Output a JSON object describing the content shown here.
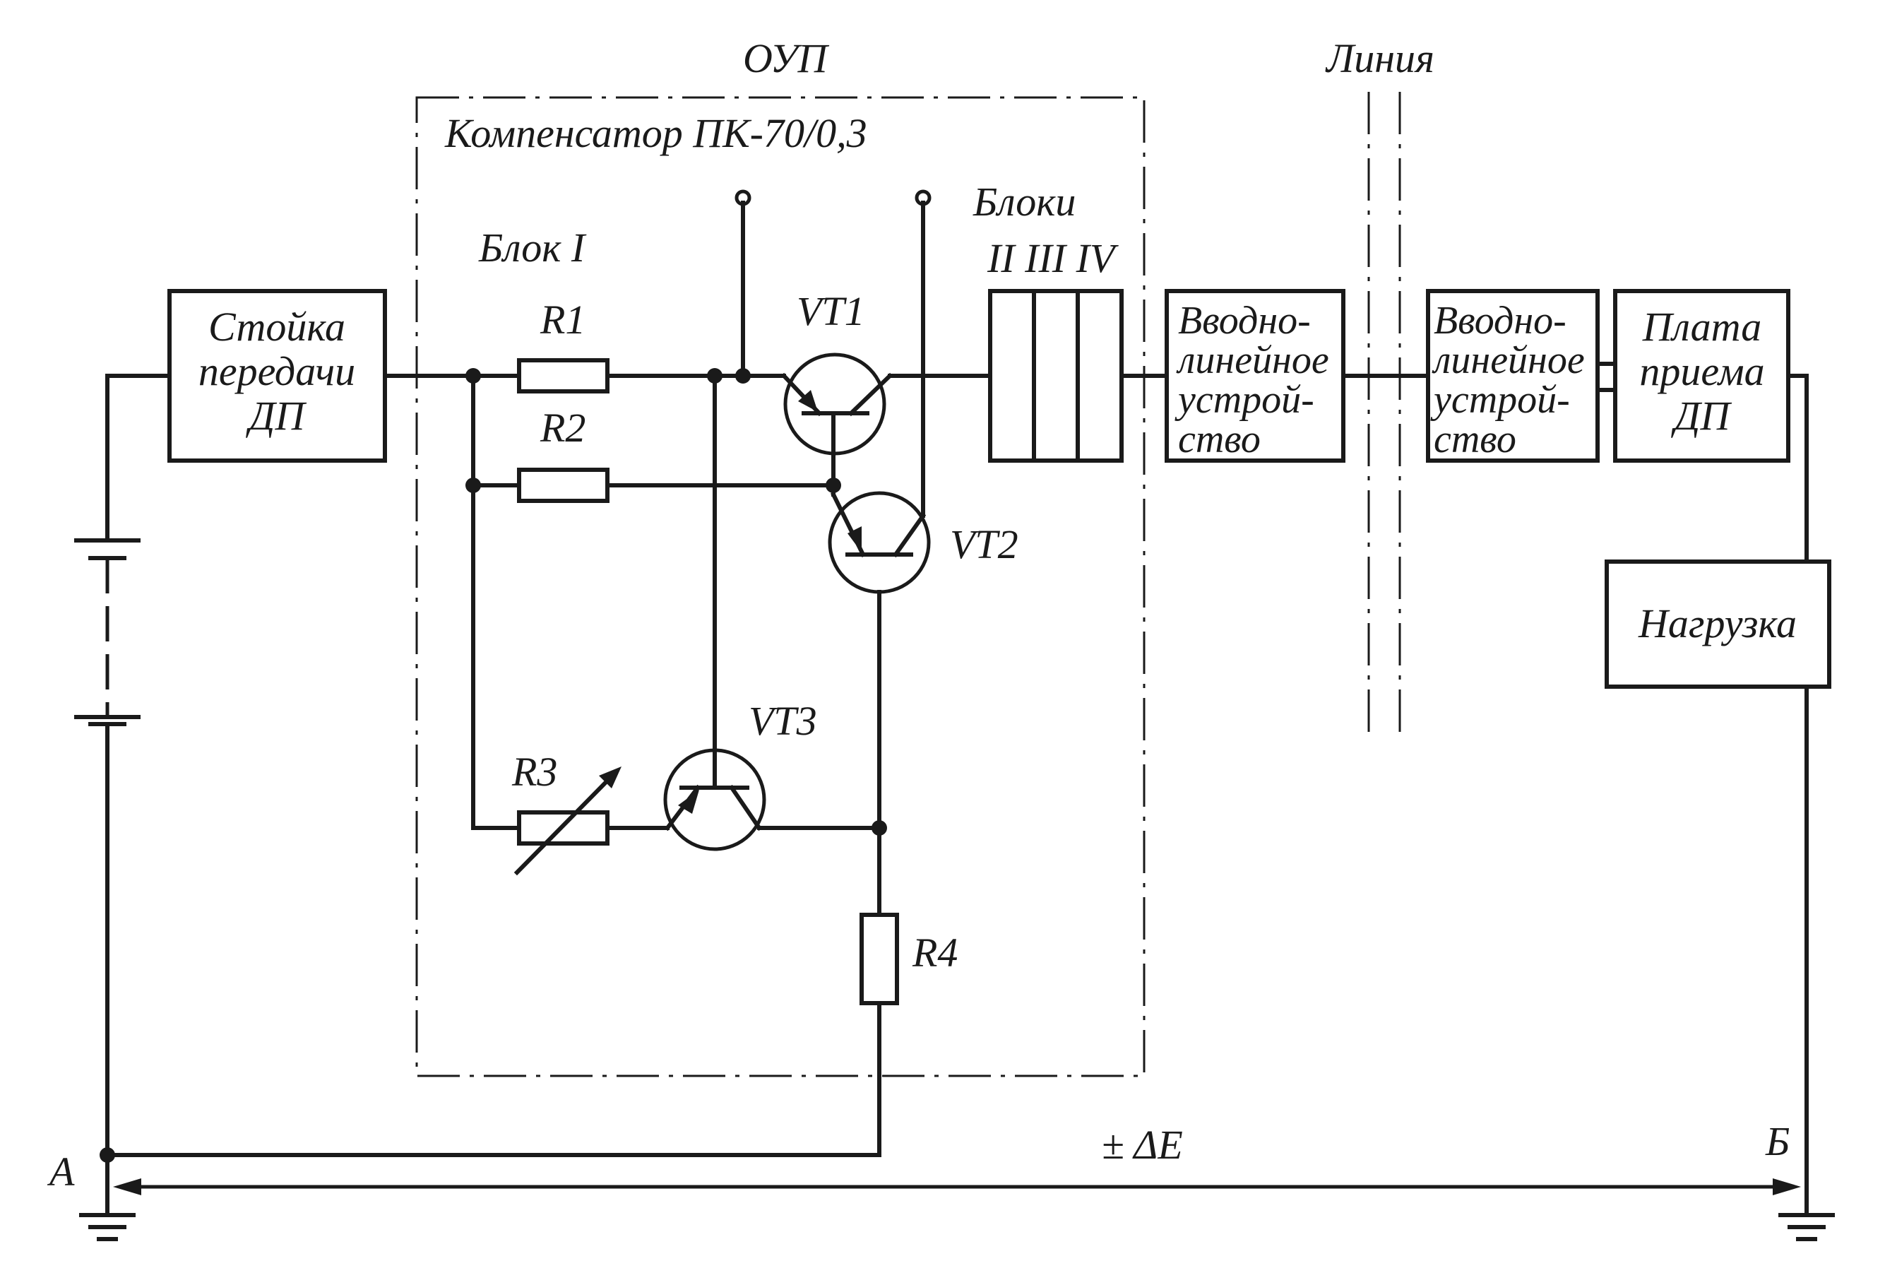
{
  "labels": {
    "oup": "ОУП",
    "compensator": "Компенсатор ПК-70/0,3",
    "blok1": "Блок  I",
    "bloki": "Блоки",
    "bloki_nums": "II  III  IV",
    "liniya": "Линия",
    "r1": "R1",
    "r2": "R2",
    "r3": "R3",
    "r4": "R4",
    "vt1": "VT1",
    "vt2": "VT2",
    "vt3": "VT3",
    "node_a": "А",
    "node_b": "Б",
    "delta_e": "± ΔE"
  },
  "blocks": {
    "stoika": [
      "Стойка",
      "передачи",
      "ДП"
    ],
    "vlu1": [
      "Вводно-",
      "линейное",
      "устрой-",
      "ство"
    ],
    "vlu2": [
      "Вводно-",
      "линейное",
      "устрой-",
      "ство"
    ],
    "plata": [
      "Плата",
      "приема",
      "ДП"
    ],
    "nagruzka": [
      "Нагрузка"
    ]
  }
}
